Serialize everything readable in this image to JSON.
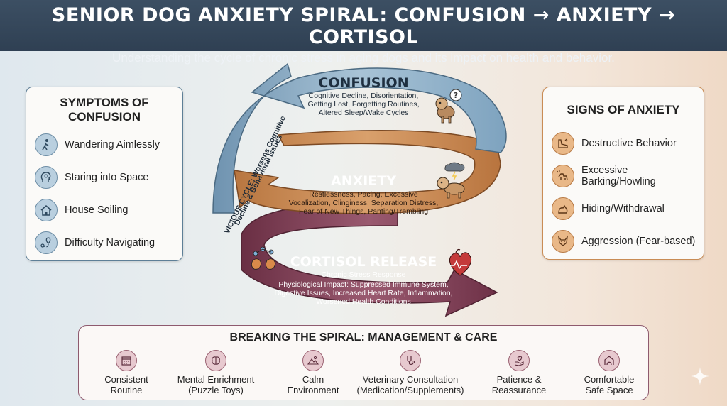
{
  "header": {
    "title": "SENIOR DOG ANXIETY SPIRAL: CONFUSION → ANXIETY → CORTISOL",
    "subtitle": "Understanding the cycle of chronic stress in aging dogs and its impact on health and behavior."
  },
  "symptoms_panel": {
    "title_line1": "SYMPTOMS OF",
    "title_line2": "CONFUSION",
    "items": [
      {
        "label": "Wandering Aimlessly",
        "icon": "walking-person-icon"
      },
      {
        "label": "Staring into Space",
        "icon": "head-profile-icon"
      },
      {
        "label": "House Soiling",
        "icon": "house-icon"
      },
      {
        "label": "Difficulty Navigating",
        "icon": "map-pin-icon"
      }
    ]
  },
  "anxiety_panel": {
    "title": "SIGNS OF ANXIETY",
    "items": [
      {
        "label": "Destructive Behavior",
        "icon": "chewed-shoe-icon"
      },
      {
        "label_line1": "Excessive",
        "label_line2": "Barking/Howling",
        "icon": "barking-dog-icon"
      },
      {
        "label": "Hiding/Withdrawal",
        "icon": "hiding-dog-icon"
      },
      {
        "label": "Aggression (Fear-based)",
        "icon": "dog-face-icon"
      }
    ]
  },
  "cycle": {
    "confusion": {
      "title": "CONFUSION",
      "lines": [
        "Cognitive Decline, Disorientation,",
        "Getting Lost, Forgetting Routines,",
        "Altered Sleep/Wake Cycles"
      ]
    },
    "anxiety": {
      "title": "ANXIETY",
      "lines": [
        "Restlessness, Pacing, Excessive",
        "Vocalization, Clinginess, Separation Distress,",
        "Fear of New Things, Panting/Trembling"
      ]
    },
    "cortisol": {
      "title": "CORTISOL RELEASE",
      "subtitle": "Chronic Stress Response",
      "lines": [
        "Physiological Impact: Suppressed Immune System,",
        "Digestive Issues, Increased Heart Rate, Inflammation,",
        "Worsened Health Conditions"
      ]
    },
    "vicious_line1": "VICIOUS CYCLE: Worsens Cognitive",
    "vicious_line2": "Decline & Behavioral Issues"
  },
  "management": {
    "title": "BREAKING THE SPIRAL: MANAGEMENT & CARE",
    "items": [
      {
        "line1": "Consistent",
        "line2": "Routine",
        "icon": "calendar-icon"
      },
      {
        "line1": "Mental Enrichment",
        "line2": "(Puzzle Toys)",
        "icon": "brain-icon"
      },
      {
        "line1": "Calm",
        "line2": "Environment",
        "icon": "calm-landscape-icon"
      },
      {
        "line1": "Veterinary Consultation",
        "line2": "(Medication/Supplements)",
        "icon": "stethoscope-icon"
      },
      {
        "line1": "Patience &",
        "line2": "Reassurance",
        "icon": "heart-hand-icon"
      },
      {
        "line1": "Comfortable",
        "line2": "Safe Space",
        "icon": "dog-bed-icon"
      }
    ]
  },
  "colors": {
    "confusion_blue": "#8fb0c9",
    "anxiety_orange": "#c98a55",
    "cortisol_maroon": "#7e3f55",
    "header_bg": "#34475b"
  }
}
